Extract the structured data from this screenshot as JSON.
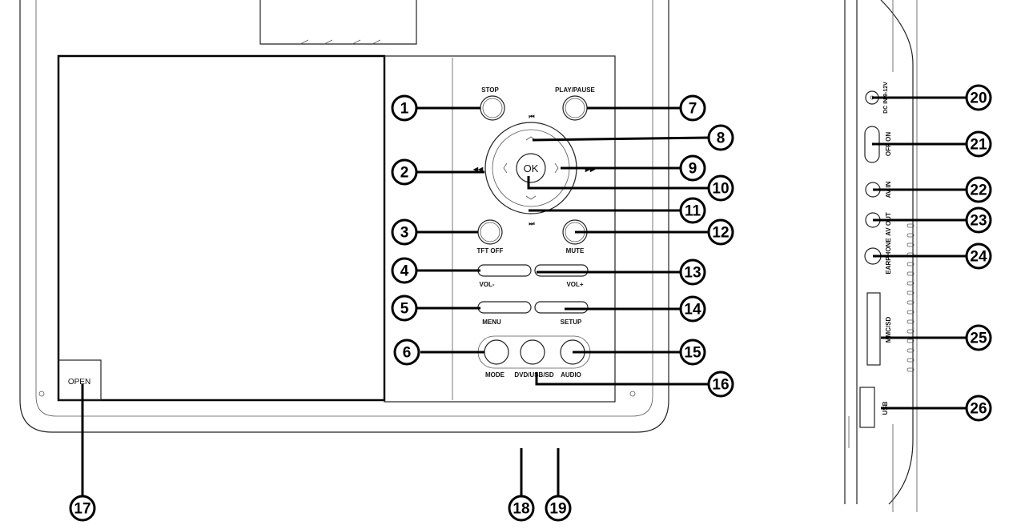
{
  "front_labels": {
    "stop": "STOP",
    "play_pause": "PLAY/PAUSE",
    "ok": "OK",
    "tft_off": "TFT OFF",
    "mute": "MUTE",
    "vol_minus": "VOL-",
    "vol_plus": "VOL+",
    "menu": "MENU",
    "setup": "SETUP",
    "mode": "MODE",
    "dvd_usb_sd": "DVD/USB/SD",
    "audio": "AUDIO",
    "open": "OPEN",
    "prev_icon": "skip-previous-icon",
    "next_icon": "skip-next-icon",
    "rewind_icon": "rewind-icon",
    "forward_icon": "fast-forward-icon"
  },
  "side_labels": {
    "dc_in": "DC IN 9-12V",
    "power": "OFF ON",
    "av_in": "AV IN",
    "av_out": "AV OUT",
    "earphone": "EARPHONE",
    "card": "MMC/SD",
    "usb": "USB"
  },
  "callouts": [
    "1",
    "2",
    "3",
    "4",
    "5",
    "6",
    "7",
    "8",
    "9",
    "10",
    "11",
    "12",
    "13",
    "14",
    "15",
    "16",
    "17",
    "18",
    "19",
    "20",
    "21",
    "22",
    "23",
    "24",
    "25",
    "26"
  ]
}
